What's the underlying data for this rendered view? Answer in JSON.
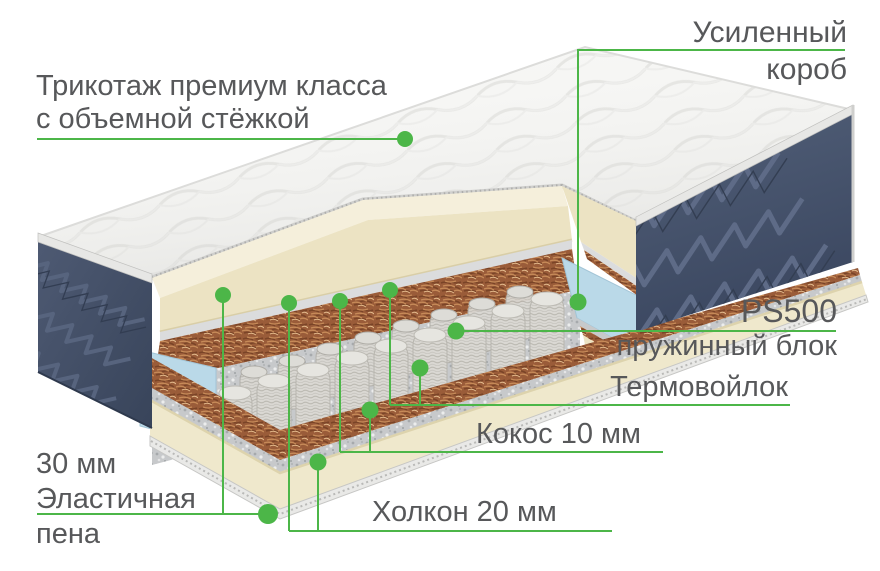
{
  "diagram": {
    "subject": "mattress cutaway cross-section infographic",
    "callouts": {
      "cover": {
        "line1": "Трикотаж премиум класса",
        "line2": "с объемной стёжкой"
      },
      "reinforced_box": {
        "line1": "Усиленный",
        "line2": "короб"
      },
      "spring_block": {
        "line1": "PS500",
        "line2": "пружинный блок"
      },
      "thermo_felt": {
        "text": "Термовойлок"
      },
      "coconut": {
        "text": "Кокос 10 мм"
      },
      "holcon": {
        "text": "Холкон 20 мм"
      },
      "elastic_foam": {
        "line1": "30 мм",
        "line2": "Эластичная",
        "line3": "пена"
      }
    },
    "palette": {
      "accent_green": "#4cb648",
      "label_grey": "#57585a",
      "side_fabric_dark": "#46536b",
      "foam_cream": "#efe7ca",
      "box_blue": "#b9d8e7",
      "coconut_brown": "#9a5c39",
      "felt_grey": "#c7c9cb",
      "springs_grey": "#d9d7d2",
      "quilt_white": "#f7f7f5"
    }
  }
}
